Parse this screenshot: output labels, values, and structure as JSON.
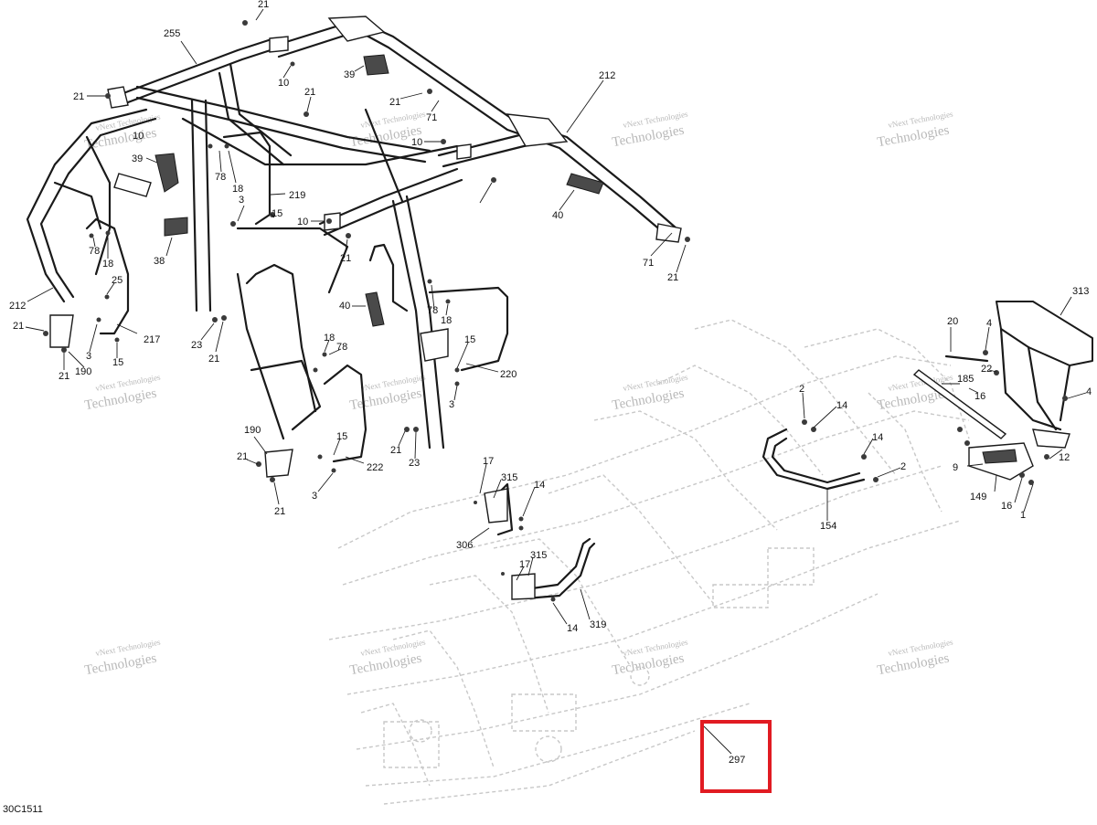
{
  "diagram_code": "30C1511",
  "watermark": {
    "line1": "vNext Technologies",
    "line2": "Technologies"
  },
  "highlight": {
    "part": "297",
    "color": "#e11b22"
  },
  "part_labels": [
    "255",
    "21",
    "21",
    "10",
    "39",
    "21",
    "10",
    "21",
    "71",
    "10",
    "212",
    "39",
    "78",
    "18",
    "219",
    "3",
    "15",
    "10",
    "21",
    "40",
    "71",
    "21",
    "212",
    "78",
    "18",
    "25",
    "38",
    "217",
    "21",
    "3",
    "15",
    "21",
    "190",
    "23",
    "21",
    "40",
    "78",
    "18",
    "18",
    "78",
    "15",
    "220",
    "3",
    "21",
    "23",
    "190",
    "21",
    "21",
    "15",
    "222",
    "3",
    "17",
    "315",
    "14",
    "306",
    "17",
    "315",
    "14",
    "319",
    "2",
    "14",
    "14",
    "2",
    "154",
    "297",
    "20",
    "4",
    "313",
    "22",
    "185",
    "16",
    "4",
    "12",
    "9",
    "149",
    "16",
    "1"
  ]
}
